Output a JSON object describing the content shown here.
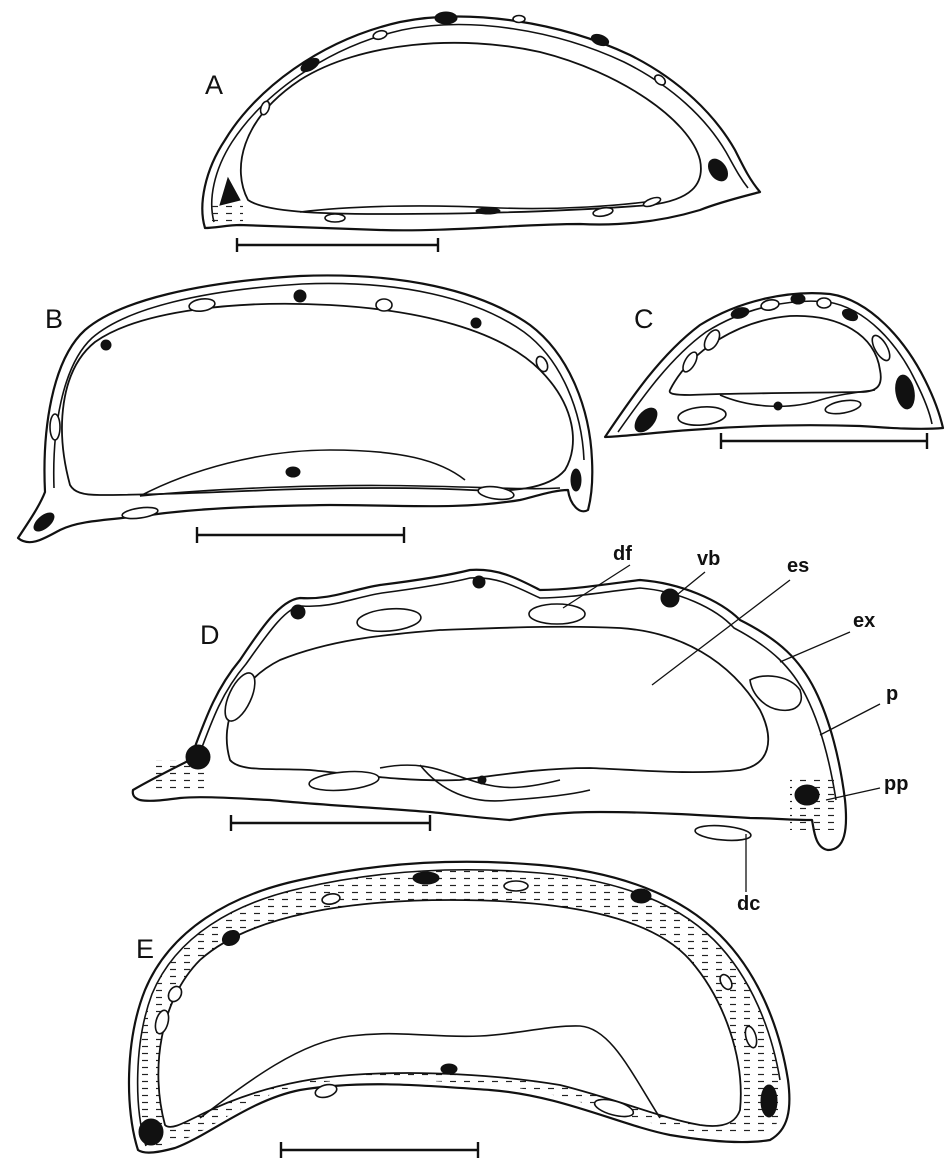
{
  "panels": {
    "a": {
      "letter": "A"
    },
    "b": {
      "letter": "B"
    },
    "c": {
      "letter": "C"
    },
    "d": {
      "letter": "D"
    },
    "e": {
      "letter": "E"
    }
  },
  "labels": {
    "df": "df",
    "vb": "vb",
    "es": "es",
    "ex": "ex",
    "p": "p",
    "pp": "pp",
    "dc": "dc"
  }
}
